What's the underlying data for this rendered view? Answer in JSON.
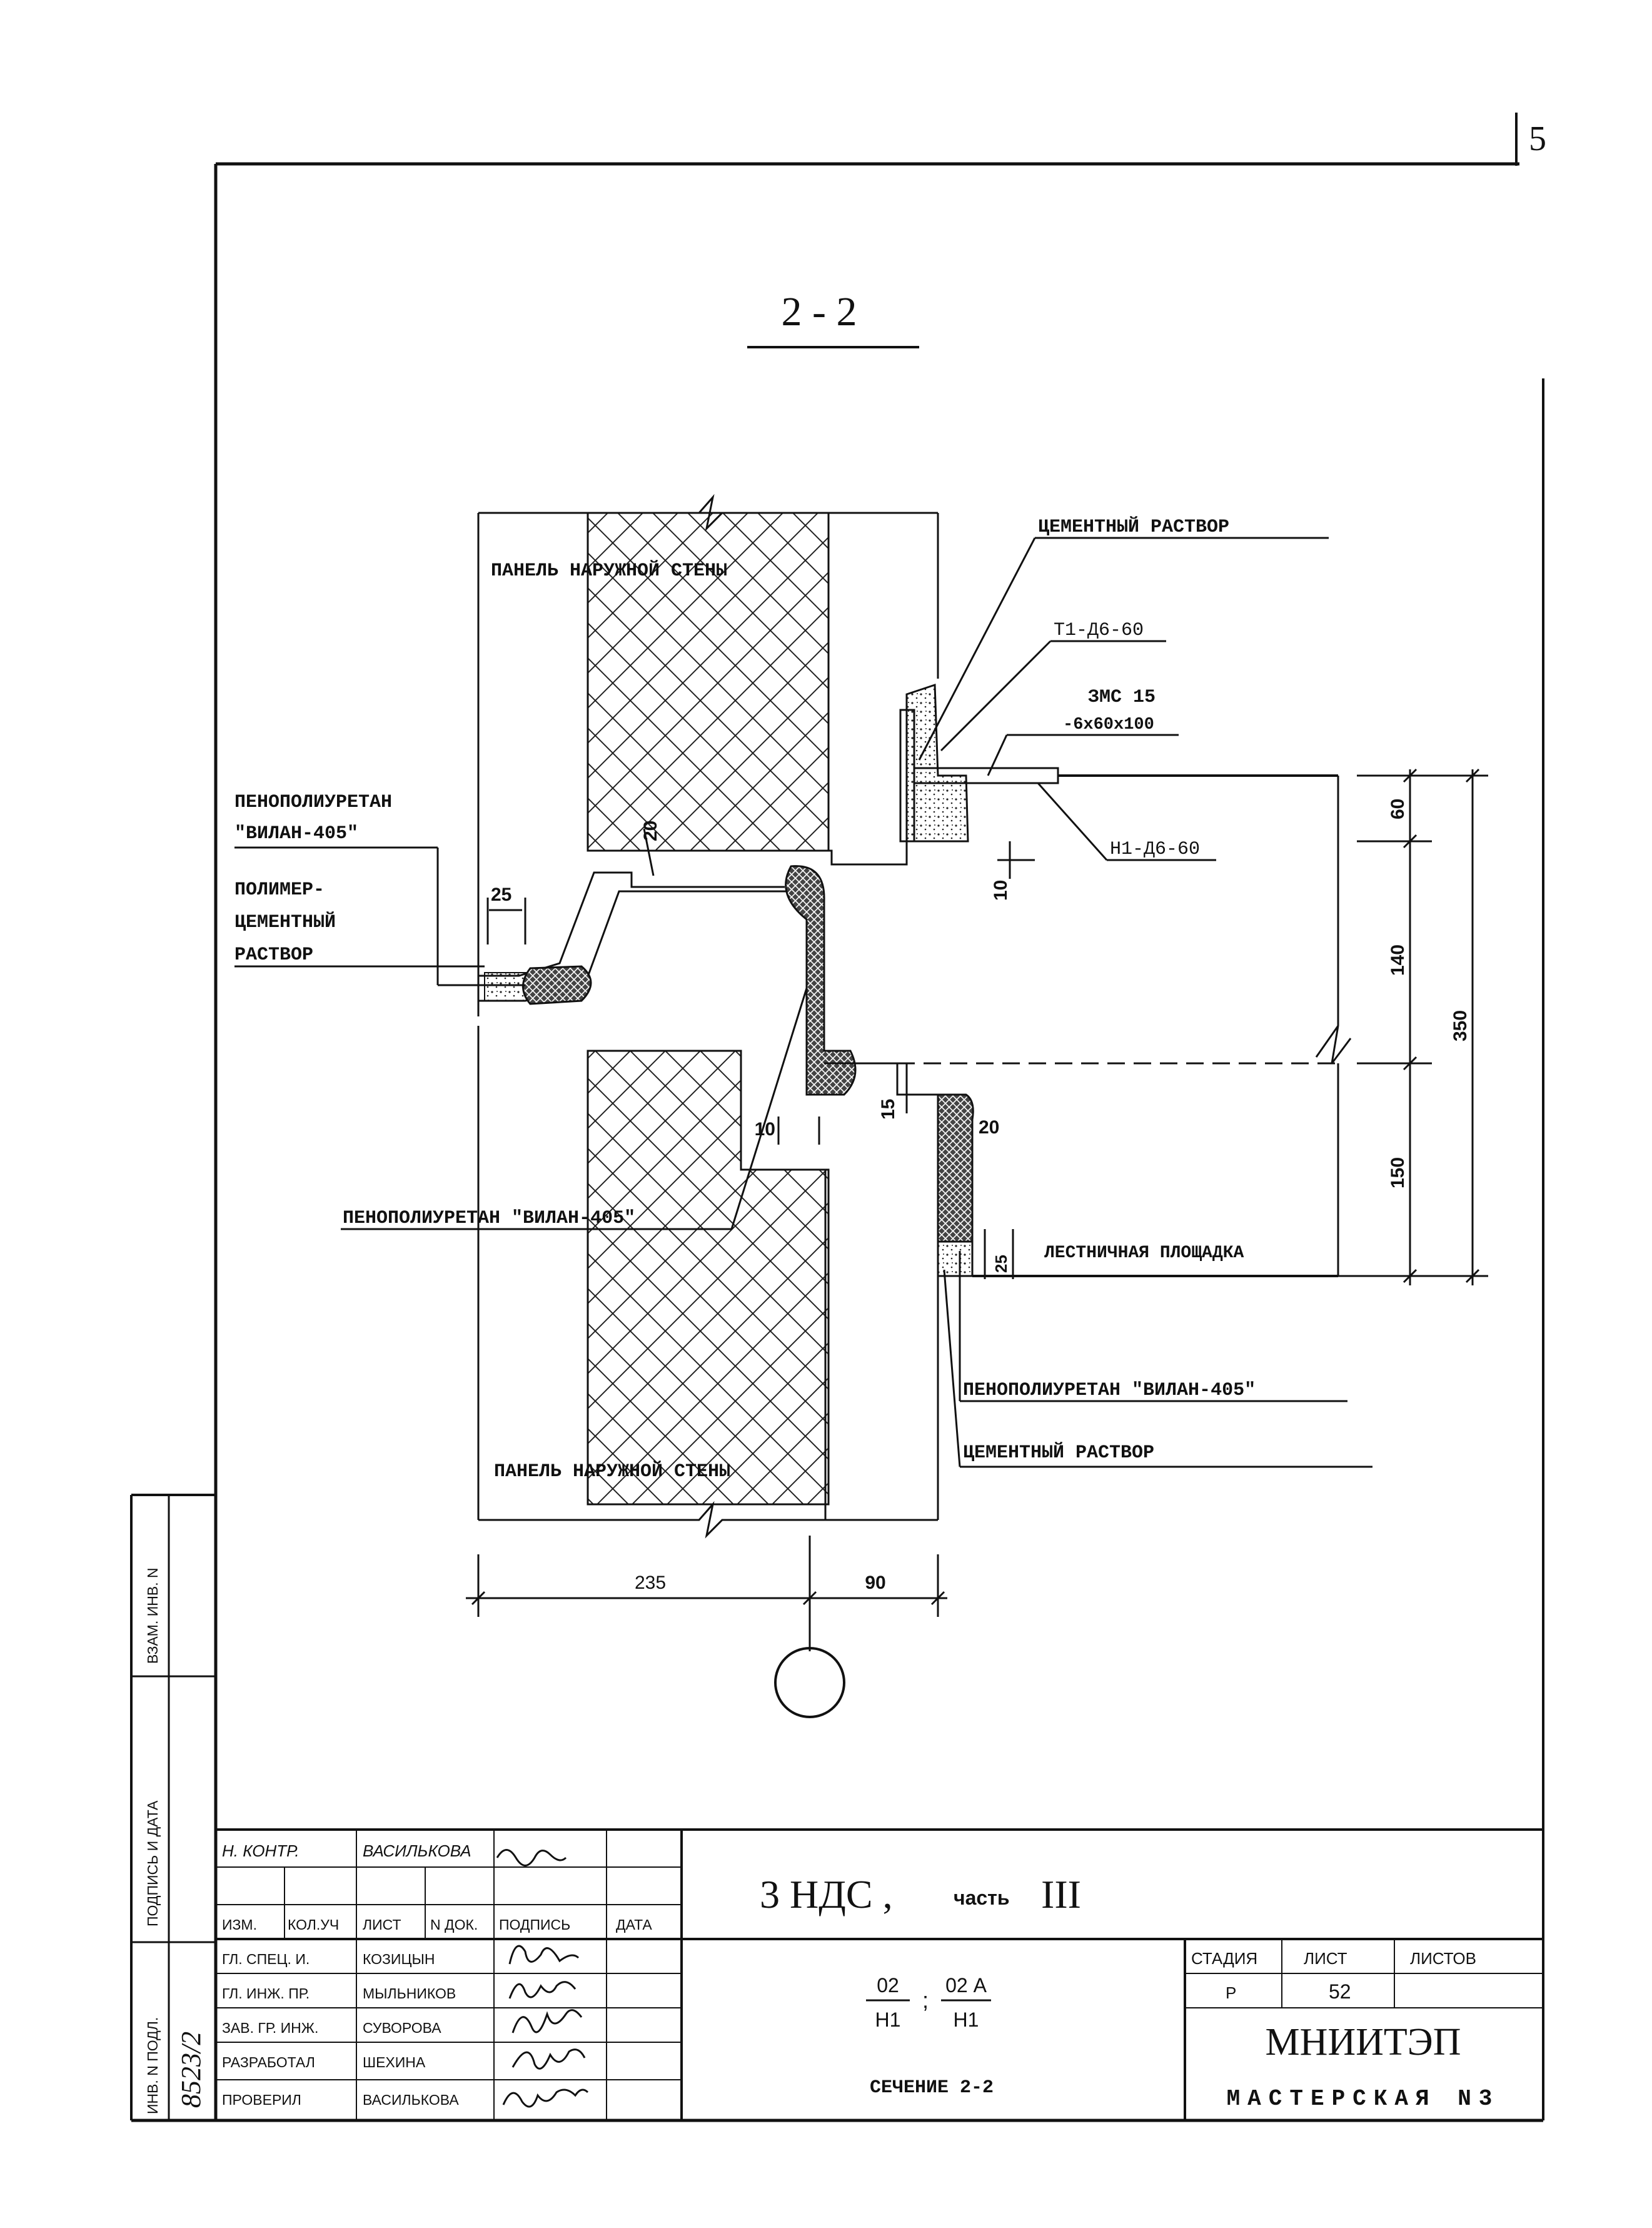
{
  "page_number": "5",
  "section_title": "2 - 2",
  "labels": {
    "panel_top": "ПАНЕЛЬ НАРУЖНОЙ СТЕНЫ",
    "panel_bottom": "ПАНЕЛЬ НАРУЖНОЙ СТЕНЫ",
    "cement_mortar_top": "ЦЕМЕНТНЫЙ РАСТВОР",
    "anchor_t1": "Т1-Д6-60",
    "zms_line1": "ЗМС 15",
    "zms_line2": "-6x60x100",
    "anchor_h1": "Н1-Д6-60",
    "ppu_left_line1": "ПЕНОПОЛИУРЕТАН",
    "ppu_left_line2": "\"ВИЛАН-405\"",
    "polymer_line1": "ПОЛИМЕР-",
    "polymer_line2": "ЦЕМЕНТНЫЙ",
    "polymer_line3": "РАСТВОР",
    "ppu_middle": "ПЕНОПОЛИУРЕТАН \"ВИЛАН-405\"",
    "landing": "ЛЕСТНИЧНАЯ ПЛОЩАДКА",
    "ppu_bottom_right": "ПЕНОПОЛИУРЕТАН \"ВИЛАН-405\"",
    "cement_mortar_bottom": "ЦЕМЕНТНЫЙ РАСТВОР"
  },
  "dimensions": {
    "d25": "25",
    "d20_top": "20",
    "d10_right": "10",
    "d60": "60",
    "d140": "140",
    "d350": "350",
    "d150": "150",
    "d10_mid": "10",
    "d15": "15",
    "d20_right": "20",
    "d25_bottom": "25",
    "d235": "235",
    "d90": "90"
  },
  "side_stamp": {
    "col1": "ВЗАМ. ИНВ. N",
    "col2": "ПОДПИСЬ И ДАТА",
    "col3": "ИНВ. N ПОДЛ.",
    "inv_number": "8523/2"
  },
  "title_block": {
    "n_kontr": "Н. КОНТР.",
    "n_kontr_name": "ВАСИЛЬКОВА",
    "head_izm": "ИЗМ.",
    "head_koluch": "КОЛ.УЧ",
    "head_list": "ЛИСТ",
    "head_ndok": "N ДОК.",
    "head_podpis": "ПОДПИСЬ",
    "head_data": "ДАТА",
    "rows": [
      {
        "role": "ГЛ. СПЕЦ. И.",
        "name": "КОЗИЦЫН"
      },
      {
        "role": "ГЛ. ИНЖ. ПР.",
        "name": "МЫЛЬНИКОВ"
      },
      {
        "role": "ЗАВ. ГР. ИНЖ.",
        "name": "СУВОРОВА"
      },
      {
        "role": "РАЗРАБОТАЛ",
        "name": "ШЕХИНА"
      },
      {
        "role": "ПРОВЕРИЛ",
        "name": "ВАСИЛЬКОВА"
      }
    ],
    "project": "3 НДС ,",
    "part_word": "часть",
    "part_num": "III",
    "code_num1": "02",
    "code_den1": "Н1",
    "code_sep": ";",
    "code_num2": "02 А",
    "code_den2": "Н1",
    "sheet_name": "СЕЧЕНИЕ 2-2",
    "stage_label": "СТАДИЯ",
    "list_label": "ЛИСТ",
    "listov_label": "ЛИСТОВ",
    "stage_value": "Р",
    "list_value": "52",
    "listov_value": "",
    "org": "МНИИТЭП",
    "workshop": "МАСТЕРСКАЯ N3"
  }
}
